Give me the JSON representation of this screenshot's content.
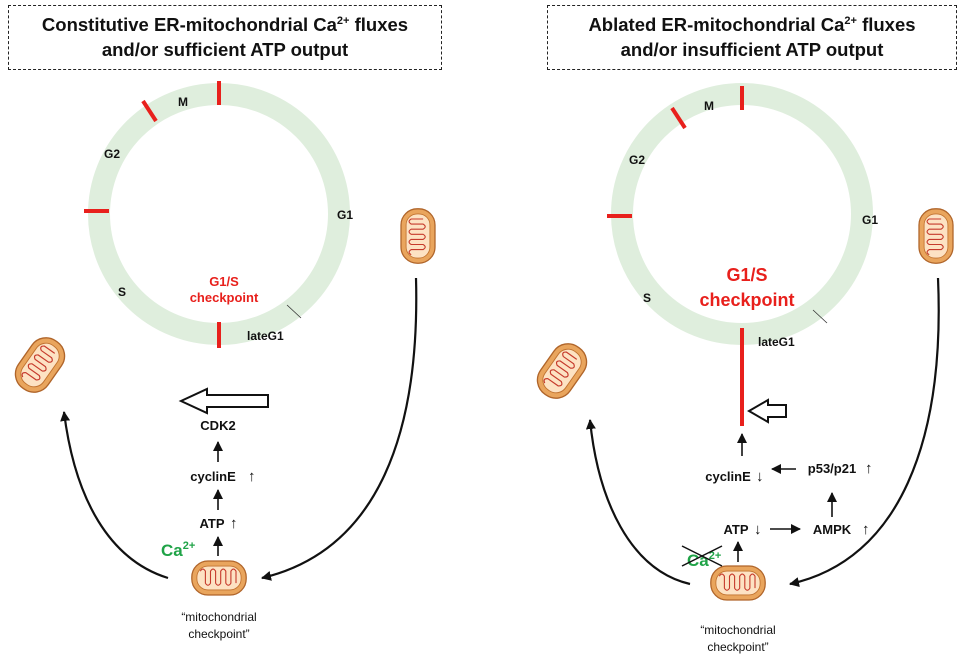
{
  "left": {
    "header": {
      "line1_pre": "Constitutive ER-mitochondrial Ca",
      "line1_sup": "2+",
      "line1_post": " fluxes",
      "line2": "and/or sufficient ATP output"
    },
    "phases": {
      "m": "M",
      "g2": "G2",
      "g1": "G1",
      "s": "S",
      "late_g1": "lateG1"
    },
    "checkpoint": {
      "line1": "G1/S",
      "line2": "checkpoint"
    },
    "nodes": {
      "cdk2": "CDK2",
      "cyclin": "cyclinE",
      "cyclin_arrow": "↑",
      "atp": "ATP",
      "atp_arrow": "↑",
      "ca": "Ca",
      "ca_sup": "2+"
    },
    "mito_label": {
      "line1": "“mitochondrial",
      "line2": "checkpoint”"
    }
  },
  "right": {
    "header": {
      "line1_pre": "Ablated ER-mitochondrial Ca",
      "line1_sup": "2+",
      "line1_post": " fluxes",
      "line2": "and/or insufficient ATP output"
    },
    "phases": {
      "m": "M",
      "g2": "G2",
      "g1": "G1",
      "s": "S",
      "late_g1": "lateG1"
    },
    "checkpoint": {
      "line1": "G1/S",
      "line2": "checkpoint"
    },
    "nodes": {
      "cyclin": "cyclinE",
      "cyclin_arrow": "↓",
      "p53": "p53/p21",
      "p53_arrow": "↑",
      "atp": "ATP",
      "atp_arrow": "↓",
      "ampk": "AMPK",
      "ampk_arrow": "↑",
      "ca": "Ca",
      "ca_sup": "2+"
    },
    "mito_label": {
      "line1": "“mitochondrial",
      "line2": "checkpoint”"
    }
  },
  "colors": {
    "ring": "#dfeedd",
    "accent_red": "#e8201c",
    "ca_green": "#1fa347",
    "mito_outer": "#e7a25b",
    "mito_inner": "#c63a2c",
    "text": "#111111"
  }
}
